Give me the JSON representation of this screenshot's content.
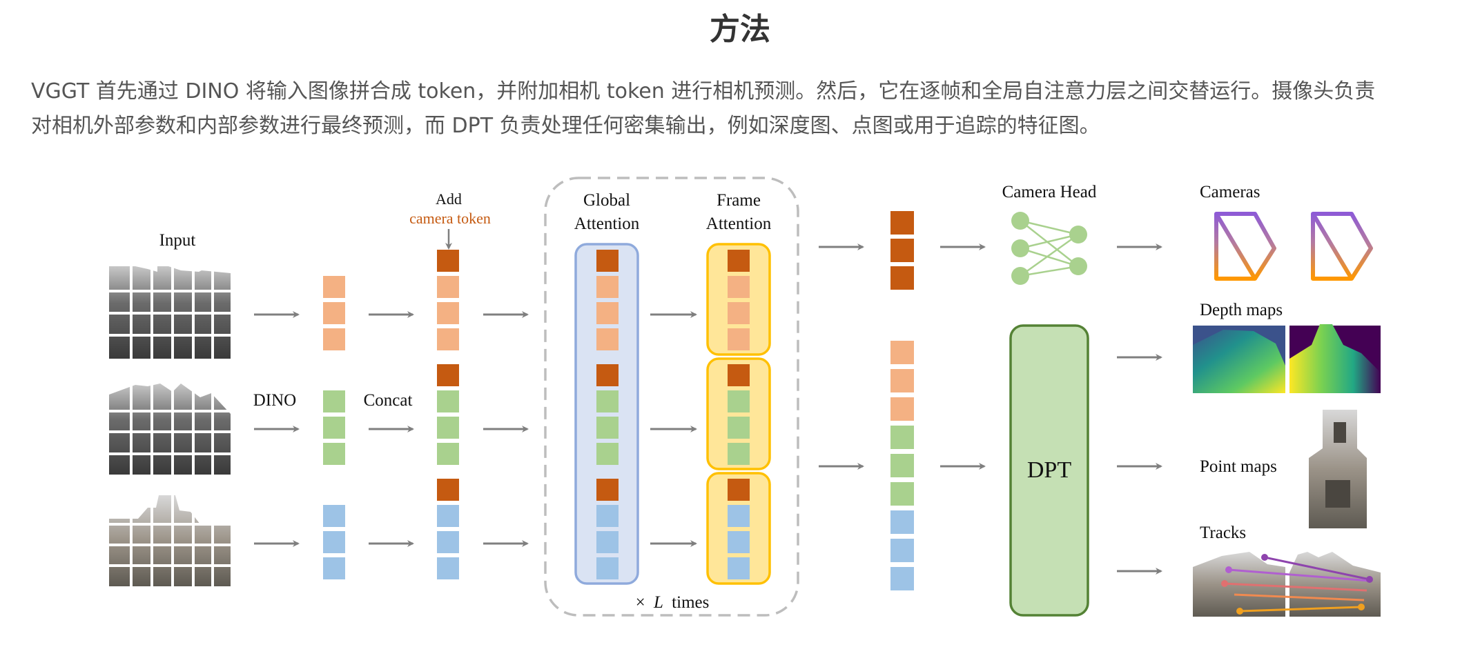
{
  "page": {
    "title": "方法",
    "intro_line1": "VGGT 首先通过 DINO 将输入图像拼合成 token，并附加相机 token 进行相机预测。然后，它在逐帧和全局自注意力层之间交替运行。摄像头负责",
    "intro_line2": "对相机外部参数和内部参数进行最终预测，而 DPT 负责处理任何密集输出，例如深度图、点图或用于追踪的特征图。"
  },
  "diagram": {
    "input_label": "Input",
    "dino_label": "DINO",
    "concat_label": "Concat",
    "add_label": "Add",
    "camera_token_label": "camera token",
    "global_attention_line1": "Global",
    "global_attention_line2": "Attention",
    "frame_attention_line1": "Frame",
    "frame_attention_line2": "Attention",
    "times_prefix": "×",
    "times_var": "L",
    "times_suffix": "times",
    "camera_head_label": "Camera Head",
    "dpt_label": "DPT",
    "cameras_label": "Cameras",
    "depth_maps_label": "Depth maps",
    "point_maps_label": "Point maps",
    "tracks_label": "Tracks"
  },
  "colors": {
    "camera_token": "#c55a11",
    "frame1_token": "#f4b183",
    "frame2_token": "#a9d18e",
    "frame3_token": "#9dc3e6",
    "global_box_fill": "#dae3f3",
    "global_box_stroke": "#8faadc",
    "frame_box_fill": "#ffe699",
    "frame_box_stroke": "#ffc000",
    "dpt_fill": "#c5e0b4",
    "dpt_stroke": "#548235",
    "camera_head_node": "#a9d18e",
    "arrow": "#7f7f7f",
    "camera_icon_top": "#8e5bd6",
    "camera_icon_bottom": "#ff9800"
  }
}
